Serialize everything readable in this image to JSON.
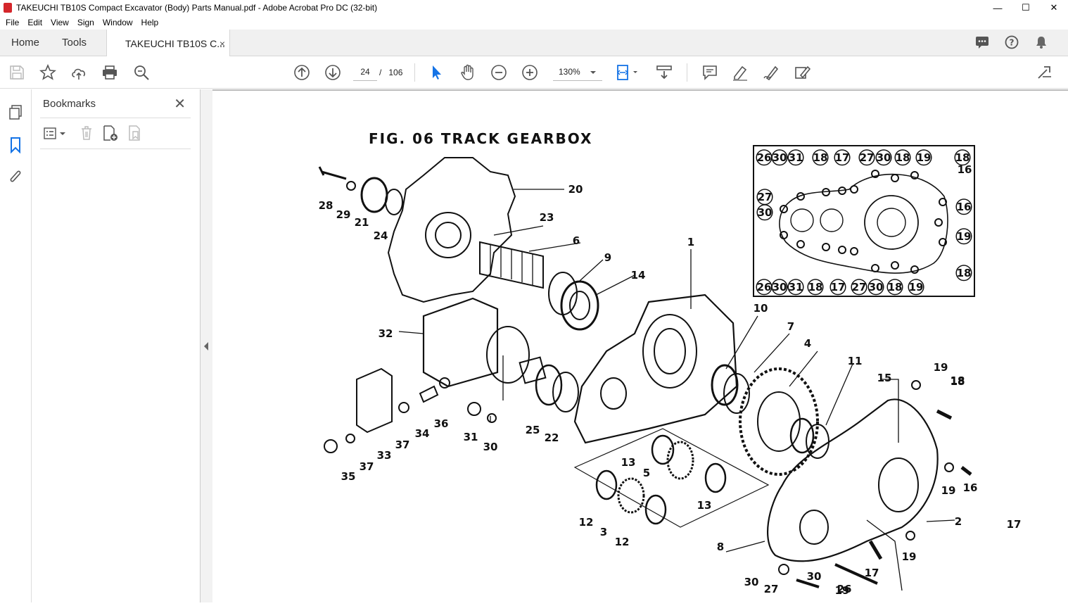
{
  "window": {
    "title": "TAKEUCHI TB10S Compact Excavator (Body) Parts Manual.pdf - Adobe Acrobat Pro DC (32-bit)",
    "minimize": "—",
    "maximize": "☐",
    "close": "✕"
  },
  "menu": [
    "File",
    "Edit",
    "View",
    "Sign",
    "Window",
    "Help"
  ],
  "tabs": {
    "home": "Home",
    "tools": "Tools",
    "document": "TAKEUCHI TB10S C...",
    "close": "×"
  },
  "toolbar": {
    "page_current": "24",
    "page_separator": "/",
    "page_total": "106",
    "zoom": "130%"
  },
  "bookmarks": {
    "title": "Bookmarks",
    "close": "✕"
  },
  "figure": {
    "title": "FIG. 06   TRACK GEARBOX",
    "callouts": [
      "1",
      "2",
      "3",
      "4",
      "5",
      "6",
      "7",
      "8",
      "9",
      "10",
      "11",
      "12",
      "12",
      "13",
      "13",
      "14",
      "15",
      "16",
      "16",
      "17",
      "17",
      "18",
      "18",
      "19",
      "19",
      "19",
      "19",
      "20",
      "21",
      "22",
      "23",
      "24",
      "25",
      "26",
      "27",
      "28",
      "29",
      "30",
      "30",
      "30",
      "31",
      "32",
      "33",
      "34",
      "35",
      "36",
      "37",
      "37"
    ],
    "inset_top_labels": [
      "26",
      "30",
      "31",
      "18",
      "17",
      "27",
      "30",
      "18",
      "19",
      "18"
    ],
    "inset_left_labels": [
      "27",
      "30"
    ],
    "inset_right_labels": [
      "16",
      "19",
      "18"
    ],
    "inset_bottom_labels": [
      "26",
      "30",
      "31",
      "18",
      "17",
      "27",
      "30",
      "18",
      "19"
    ]
  }
}
